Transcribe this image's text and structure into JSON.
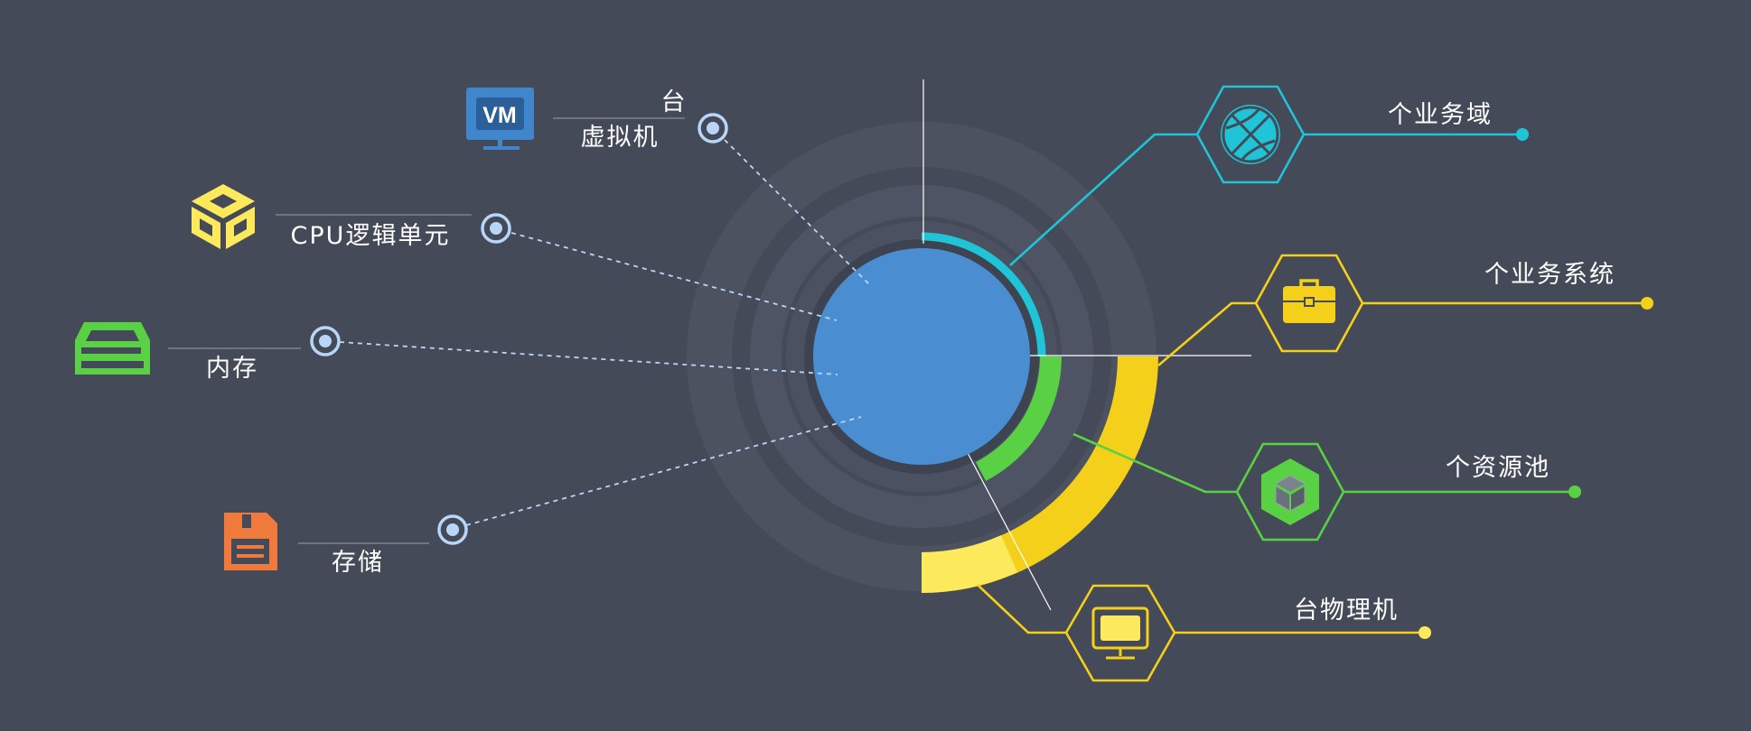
{
  "colors": {
    "background": "#454a58",
    "center": "#4a8ed1",
    "cyan": "#1fc4d6",
    "yellow": "#f5d01a",
    "yellow_light": "#fde95c",
    "green": "#5ad144",
    "orange": "#ef7a3c",
    "vm_blue": "#3f86cc",
    "node_ring": "#b9d6f8"
  },
  "left_items": [
    {
      "id": "vm",
      "icon": "vm-monitor-icon",
      "icon_text": "VM",
      "line1": "台",
      "line2": "虚拟机"
    },
    {
      "id": "cpu",
      "icon": "cube-icon",
      "line1": "",
      "line2": "CPU逻辑单元"
    },
    {
      "id": "mem",
      "icon": "memory-drawer-icon",
      "line1": "",
      "line2": "内存"
    },
    {
      "id": "sto",
      "icon": "floppy-disk-icon",
      "line1": "",
      "line2": "存储"
    }
  ],
  "right_items": [
    {
      "id": "domain",
      "icon": "basketball-icon",
      "label": "个业务域"
    },
    {
      "id": "system",
      "icon": "briefcase-icon",
      "label": "个业务系统"
    },
    {
      "id": "pool",
      "icon": "box-icon",
      "label": "个资源池"
    },
    {
      "id": "physical",
      "icon": "monitor-icon",
      "label": "台物理机"
    }
  ]
}
